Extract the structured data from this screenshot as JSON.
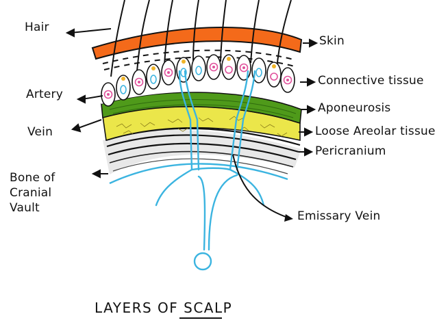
{
  "diagram": {
    "title": "LAYERS OF SCALP",
    "left_labels": {
      "hair": "Hair",
      "artery": "Artery",
      "vein": "Vein",
      "bone": [
        "Bone of",
        "Cranial",
        "Vault"
      ]
    },
    "right_labels": {
      "skin": "Skin",
      "connective": "Connective tissue",
      "aponeurosis": "Aponeurosis",
      "loose": "Loose Areolar tissue",
      "pericranium": "Pericranium",
      "emissary": "Emissary Vein"
    },
    "colors": {
      "skin": "#f46a1a",
      "aponeurosis": "#4f9a1a",
      "loose_areolar": "#ebe64a",
      "vessel": "#3bb4e0",
      "bone": "#e6e6e6",
      "ink": "#111111",
      "artery_ring": "#e0509b",
      "hair_bulb": "#f0b52a"
    }
  }
}
